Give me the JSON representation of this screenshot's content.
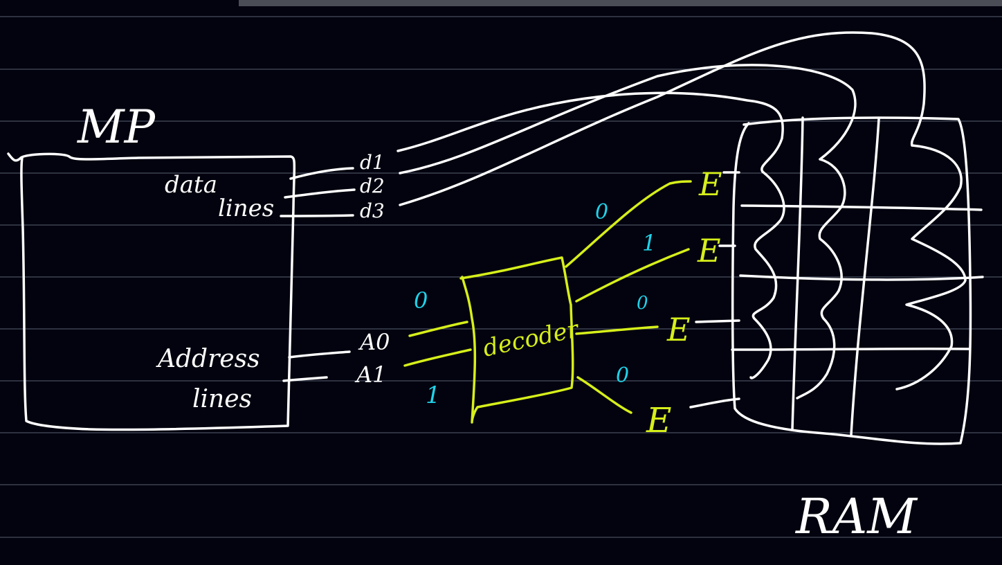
{
  "diagram": {
    "mp_label": "MP",
    "data_lines_label_1": "data",
    "data_lines_label_2": "lines",
    "address_lines_label_1": "Address",
    "address_lines_label_2": "lines",
    "data_lines": [
      "d1",
      "d2",
      "d3"
    ],
    "address_lines": [
      "A0",
      "A1"
    ],
    "address_values": [
      "0",
      "1"
    ],
    "decoder_label": "decoder",
    "enable_label": "E",
    "decoder_output_values": [
      "0",
      "1",
      "0",
      "0"
    ],
    "ram_label": "RAM"
  },
  "colors": {
    "background": "#03030f",
    "ink_white": "#ffffff",
    "ink_lime": "#d6ef1a",
    "ink_cyan": "#1fd3ea"
  }
}
